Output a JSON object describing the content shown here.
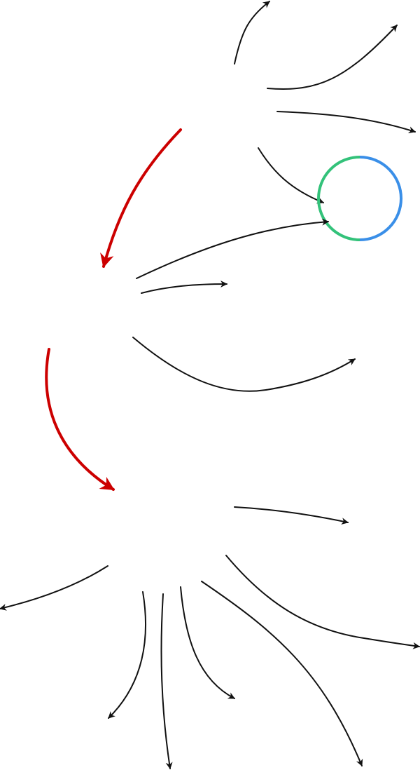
{
  "diagram": {
    "background": "#ffffff",
    "colors": {
      "edge": "#111111",
      "emphasis_edge": "#cc0000",
      "circle_left_arc": "#33c27a",
      "circle_right_arc": "#3a8fe8"
    },
    "elements": [
      "black-arrow",
      "red-arrow",
      "two-color-circle"
    ]
  }
}
